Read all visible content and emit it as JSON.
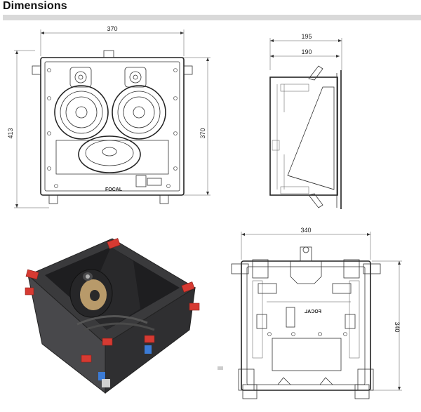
{
  "heading": "Dimensions",
  "front_view": {
    "width_label": "370",
    "height_label": "413",
    "inner_height_label": "370",
    "logo": "FOCAL"
  },
  "side_view": {
    "outer_width_label": "195",
    "inner_width_label": "190"
  },
  "back_view": {
    "width_label": "340",
    "height_label": "340",
    "logo": "FOCAL"
  },
  "colors": {
    "heading_bar": "#d9d9d9",
    "clamp_red": "#d63a32",
    "body_dark": "#3a3a3c",
    "woofer_cone": "#b89a6a"
  }
}
